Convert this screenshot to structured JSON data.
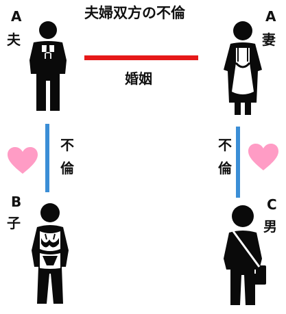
{
  "title": "夫婦双方の不倫",
  "marriage_label": "婚姻",
  "people": {
    "husband": {
      "letter": "A",
      "role": "夫"
    },
    "wife": {
      "letter": "A",
      "role": "妻"
    },
    "girl": {
      "letter": "B",
      "role": "子"
    },
    "man": {
      "letter": "C",
      "role": "男"
    }
  },
  "affair_left": [
    "不",
    "倫"
  ],
  "affair_right": [
    "不",
    "倫"
  ],
  "colors": {
    "marriage_line": "#e61919",
    "affair_line": "#3b8ed6",
    "heart": "#ff9cc5",
    "figure": "#0a0a0a"
  }
}
